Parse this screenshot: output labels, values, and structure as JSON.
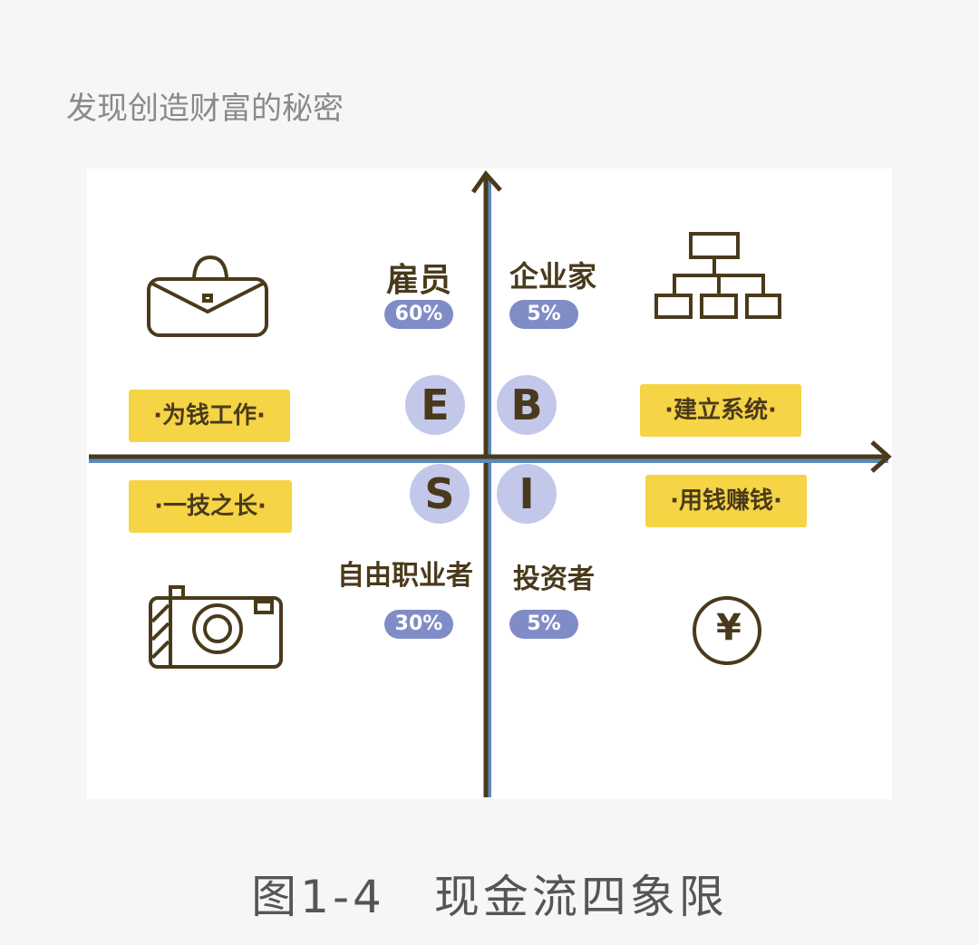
{
  "header": {
    "subtitle": "发现创造财富的秘密"
  },
  "quadrants": [
    {
      "letter": "E",
      "role": "雇员",
      "percent": "60%",
      "tag": "·为钱工作·",
      "icon": "briefcase"
    },
    {
      "letter": "B",
      "role": "企业家",
      "percent": "5%",
      "tag": "·建立系统·",
      "icon": "org-chart"
    },
    {
      "letter": "S",
      "role": "自由职业者",
      "percent": "30%",
      "tag": "·一技之长·",
      "icon": "camera"
    },
    {
      "letter": "I",
      "role": "投资者",
      "percent": "5%",
      "tag": "·用钱赚钱·",
      "icon": "yuan-coin"
    }
  ],
  "yuan_symbol": "¥",
  "caption": "图1-4　现金流四象限",
  "colors": {
    "axis": "#4a3a1c",
    "pill": "#7f8cc6",
    "circle": "#c3c8ea",
    "tag": "#f5d445"
  }
}
